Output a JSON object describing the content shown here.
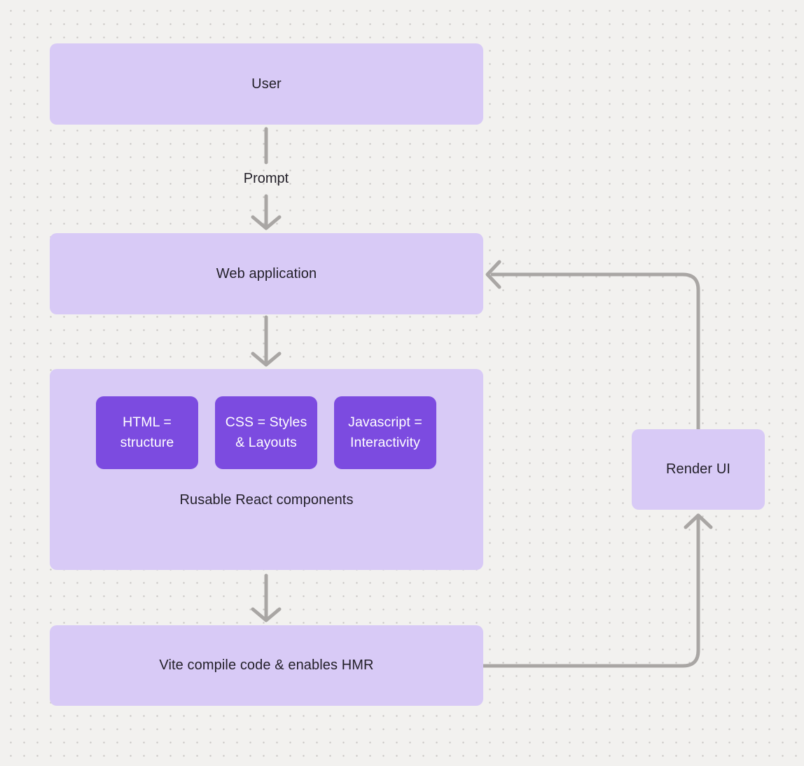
{
  "colors": {
    "background": "#f2f1ef",
    "grid_dot": "#c8c6c3",
    "node_light": "#d8caf6",
    "node_dark": "#7c4be0",
    "connector": "#a9a6a4",
    "text_dark": "#221f28",
    "text_light": "#ffffff"
  },
  "nodes": {
    "user": {
      "label": "User"
    },
    "web_application": {
      "label": "Web application"
    },
    "components": {
      "caption": "Rusable React components",
      "children": [
        {
          "label": "HTML = structure"
        },
        {
          "label": "CSS = Styles & Layouts"
        },
        {
          "label": "Javascript = Interactivity"
        }
      ]
    },
    "vite": {
      "label": "Vite compile code & enables HMR"
    },
    "render_ui": {
      "label": "Render UI"
    }
  },
  "edges": {
    "prompt_label": "Prompt"
  }
}
